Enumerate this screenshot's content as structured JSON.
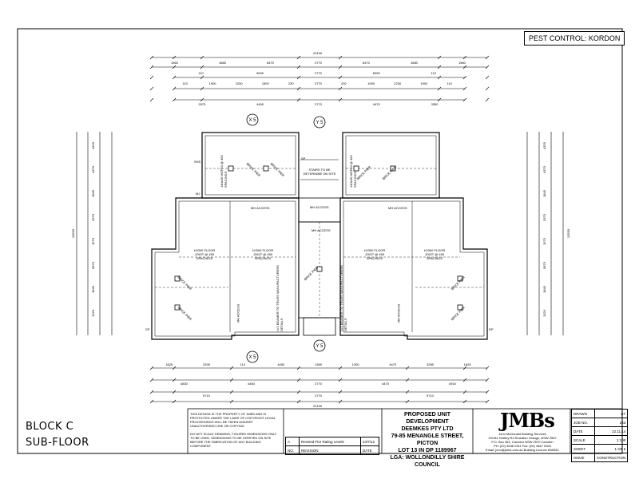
{
  "pest_control": "PEST CONTROL: KORDON",
  "block_title": [
    "BLOCK C",
    "SUB-FLOOR"
  ],
  "dims": {
    "overall_top": "22190",
    "top_row1": [
      "1560",
      "1680",
      "6470",
      "2770",
      "6470",
      "1680",
      "1560"
    ],
    "top_row2": [
      "110",
      "8250",
      "2770",
      "8250",
      "110"
    ],
    "top_row3": [
      "110",
      "1900",
      "2230",
      "1900",
      "230",
      "2770",
      "230",
      "1900",
      "2230",
      "1900",
      "110"
    ],
    "top_row4": [
      "3370",
      "4450",
      "2770",
      "4470",
      "3350"
    ],
    "bottom_row1": [
      "1625",
      "3335",
      "110",
      "4450",
      "1365",
      "1300",
      "4470",
      "3285",
      "1625"
    ],
    "bottom_row2": [
      "4830",
      "4450",
      "2770",
      "4470",
      "4910"
    ],
    "bottom_row3": [
      "9710",
      "2770",
      "9710"
    ],
    "overall_bottom": "22190",
    "left_outer": "13550",
    "right_outer": "13550",
    "side_labels": [
      "4320",
      "4370",
      "1845",
      "3370",
      "1570",
      "5870",
      "1845",
      "1320"
    ]
  },
  "grid_markers": [
    "X 5",
    "Y 5",
    "Y 5",
    "X 5"
  ],
  "plan_labels": {
    "stairs": [
      "STAIRS TO BE",
      "DETERMINE ON SITE"
    ],
    "mh_access": "MH ACCESS",
    "floor_joist": [
      "HJ300 FLOOR",
      "JOIST @ 450",
      "SPACINGS"
    ],
    "brick_pier": "BRICK PIER",
    "lvl_beam": "LVL BEAMER TO TRUSS MANUFACTURERS DETAILS",
    "deck_joist": "140x45 MGP10 @ 450 SPACINGS",
    "small_tags": [
      "SP",
      "MJ",
      "SHS",
      "DP"
    ]
  },
  "disclaimer": [
    "THIS DESIGN IS THE PROPERTY OF JMBS AND IS",
    "PROTECTED UNDER THE LAWS OF COPYRIGHT LEGAL",
    "PROCEEDINGS WILL BE TAKEN AGAINST",
    "UNAUTHORISED USE OR COPYING",
    "",
    "DO NOT SCALE DRAWING, FIGURED DIMENSIONS ONLY",
    "TO BE USED, DIMENSIONS TO BE VERIFIED ON SITE",
    "BEFORE THE FABRICATION OF ANY BUILDING",
    "COMPONENT."
  ],
  "revisions": {
    "row": {
      "no": "A",
      "desc": "Revised Fire Rating Levels",
      "date": "24/7/12"
    },
    "header": {
      "no": "NO.",
      "desc": "REVISION",
      "date": "DATE"
    }
  },
  "project": [
    "PROPOSED UNIT DEVELOPMENT",
    "DEEMKES PTY LTD",
    "79-85 MENANGLE STREET, PICTON",
    "LOT 13 IN DP 1189967",
    "LGA: WOLLONDILLY SHIRE COUNCIL"
  ],
  "company": {
    "logo": "JMBs",
    "lines": [
      "John McDonald Building Services",
      "19/161 Hartley Rd Smeaton Grange, NSW 2567",
      "P.O. Box 463, Camden NSW 2570 Camden",
      "PH: (02) 4646 0311    Fax: (02) 4647 0026",
      "Email: john@jmbs.com.au  Building Licence 60883C"
    ]
  },
  "info_table": [
    {
      "k": "DRAWN",
      "v": "KT"
    },
    {
      "k": "JOB NO.",
      "v": "243"
    },
    {
      "k": "DATE",
      "v": "22.11.14"
    },
    {
      "k": "SCALE",
      "v": "1:100"
    },
    {
      "k": "SHEET",
      "v": "1 OF 5"
    },
    {
      "k": "ISSUE",
      "v": "CONSTRUCTION"
    }
  ]
}
